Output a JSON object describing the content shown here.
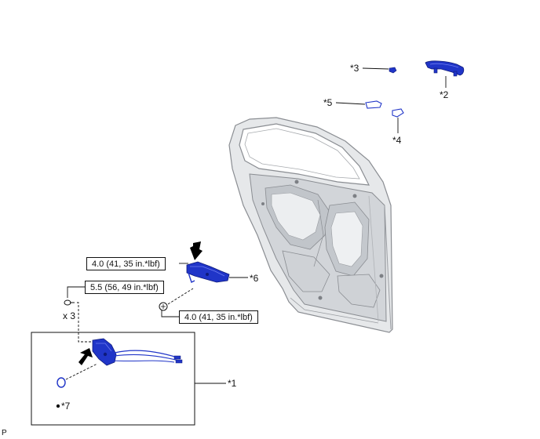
{
  "callouts": {
    "c1": "*1",
    "c2": "*2",
    "c3": "*3",
    "c4": "*4",
    "c5": "*5",
    "c6": "*6",
    "c7": "*7"
  },
  "torques": {
    "t_handle_frame": "4.0 (41, 35 in.*lbf)",
    "t_lock_bolts": "5.5 (56, 49 in.*lbf)",
    "t_screw": "4.0 (41, 35 in.*lbf)"
  },
  "quantity": "x 3",
  "figure_code": "P",
  "colors": {
    "part_blue": "#2035c8",
    "door_gray": "#c9ccd0",
    "line": "#111111"
  }
}
